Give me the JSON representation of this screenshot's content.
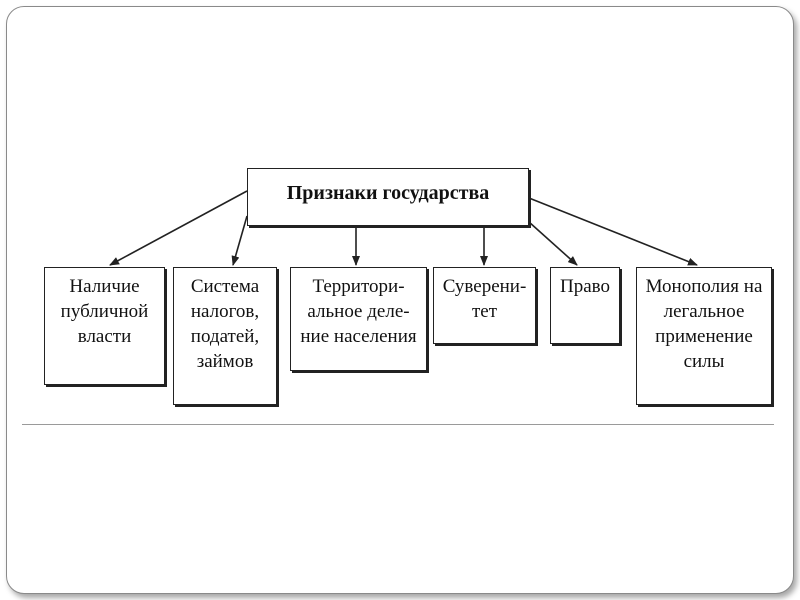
{
  "diagram": {
    "root": {
      "label": "Признаки государства"
    },
    "children": [
      {
        "id": "b1",
        "label": "Наличие\nпубличной\nвласти"
      },
      {
        "id": "b2",
        "label": "Система\nналогов,\nподатей,\nзаймов"
      },
      {
        "id": "b3",
        "label": "Территори-\nальное деле-\nние населения"
      },
      {
        "id": "b4",
        "label": "Суверени-\nтет"
      },
      {
        "id": "b5",
        "label": "Право"
      },
      {
        "id": "b6",
        "label": "Монополия на\nлегальное\nприменение\nсилы"
      }
    ]
  }
}
